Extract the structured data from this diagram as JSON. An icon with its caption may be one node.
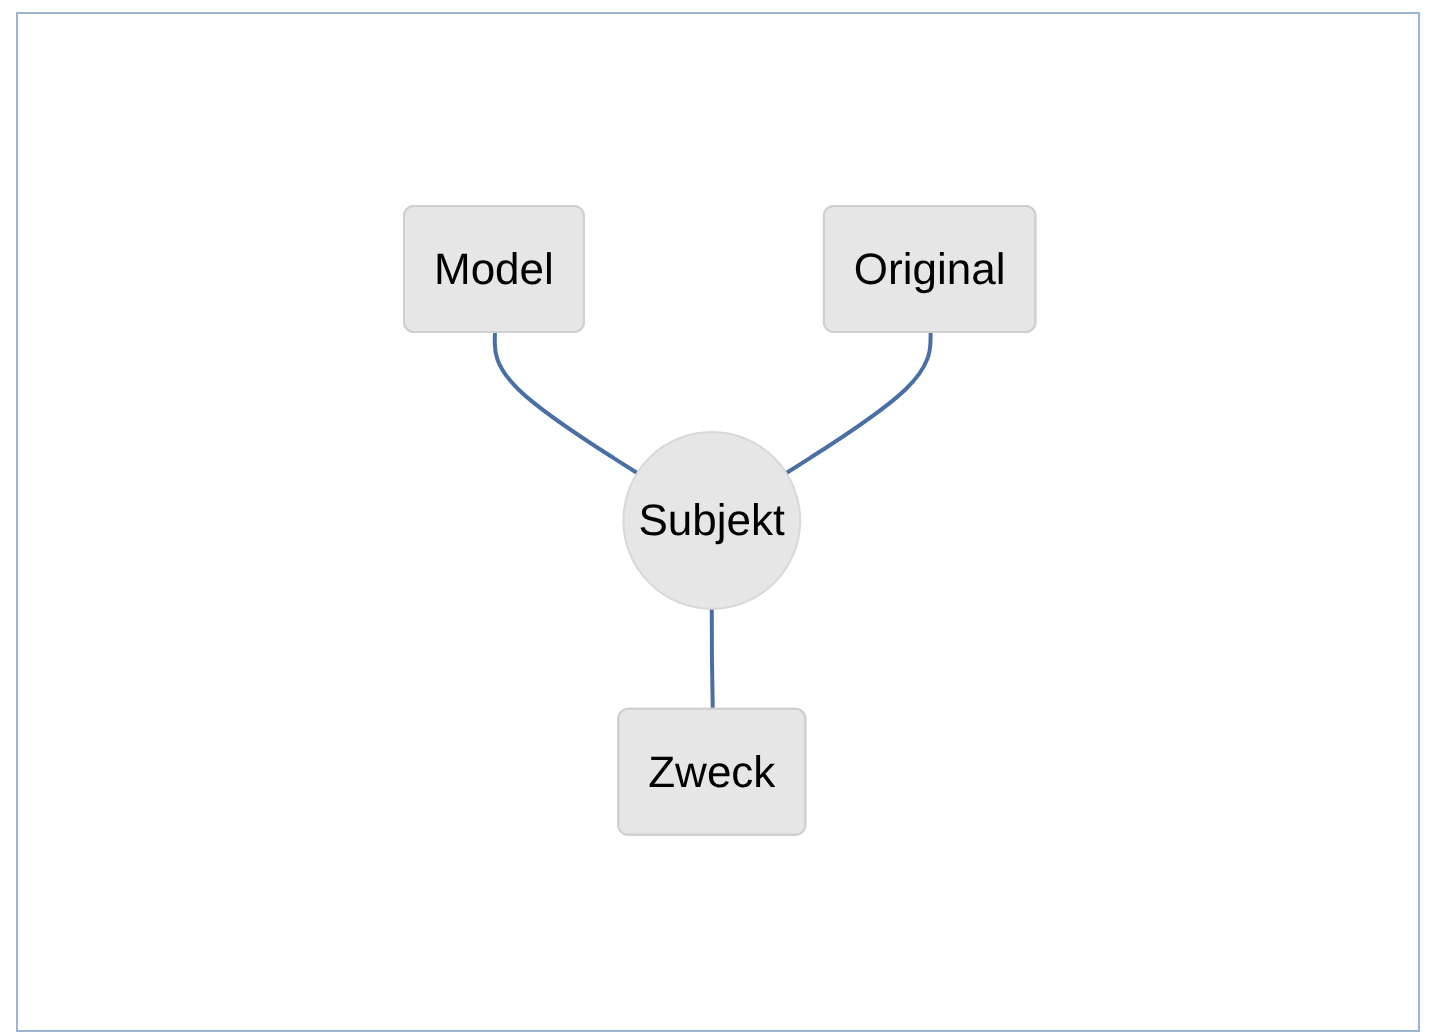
{
  "diagram": {
    "nodes": [
      {
        "text": [
          "Model"
        ]
      },
      {
        "text": [
          "Original"
        ]
      },
      {
        "text": [
          "Subjekt"
        ]
      },
      {
        "text": [
          "Zweck"
        ]
      }
    ],
    "edges": [
      {
        "from": 0,
        "to": 2,
        "arrow": "none"
      },
      {
        "from": 1,
        "to": 2,
        "arrow": "none"
      },
      {
        "from": 2,
        "to": 3,
        "arrow": "none"
      }
    ]
  }
}
